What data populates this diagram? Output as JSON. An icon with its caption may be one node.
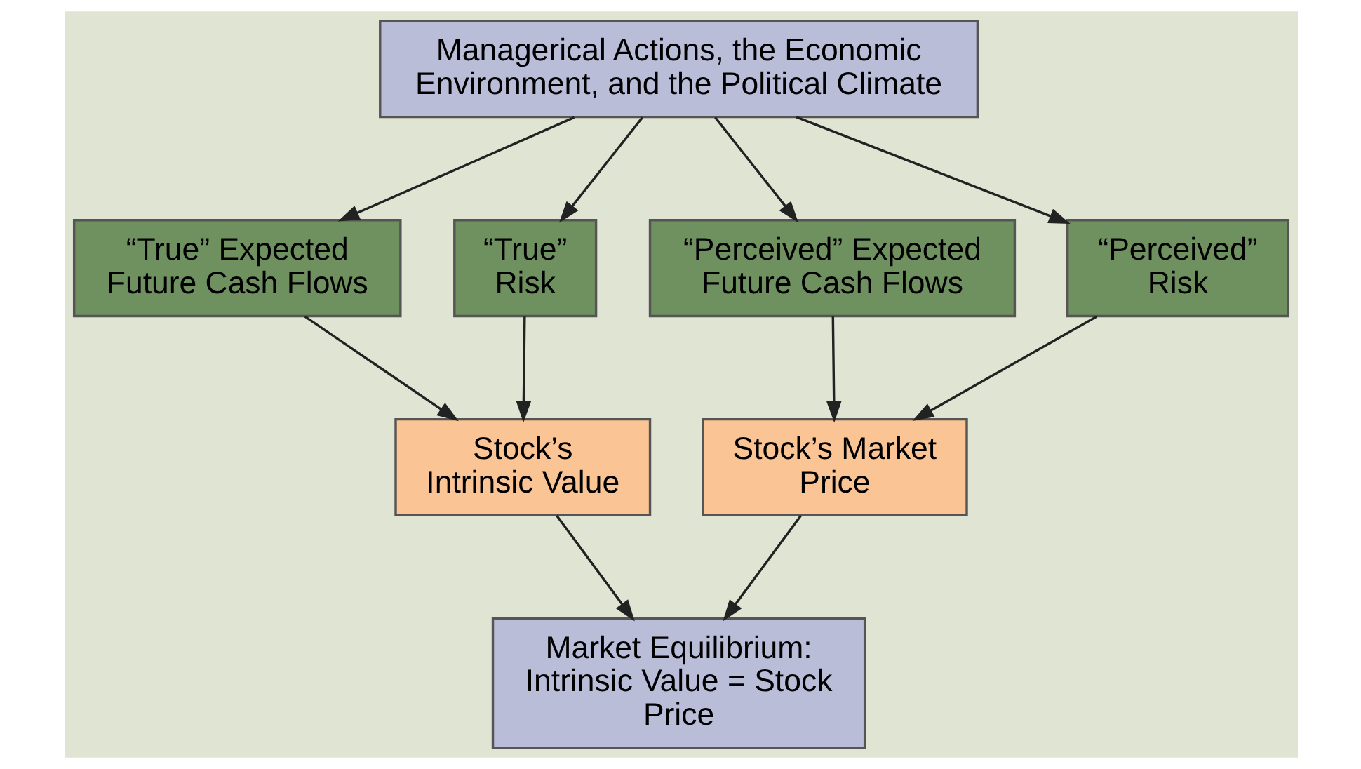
{
  "diagram": {
    "nodes": [
      {
        "text": [
          "Managerical Actions, the Economic Environment, and the Political Climate"
        ]
      },
      {
        "text": [
          "“True” Expected Future Cash Flows"
        ]
      },
      {
        "text": [
          "“True” Risk"
        ]
      },
      {
        "text": [
          "“Perceived” Expected Future Cash Flows"
        ]
      },
      {
        "text": [
          "“Perceived” Risk"
        ]
      },
      {
        "text": [
          "Stock’s Intrinsic Value"
        ]
      },
      {
        "text": [
          "Stock’s Market Price"
        ]
      },
      {
        "text": [
          "Market Equilibrium: Intrinsic Value = Stock Price"
        ]
      }
    ],
    "edges": [
      {
        "from": 0,
        "to": 1,
        "arrow": "to"
      },
      {
        "from": 0,
        "to": 2,
        "arrow": "to"
      },
      {
        "from": 0,
        "to": 3,
        "arrow": "to"
      },
      {
        "from": 0,
        "to": 4,
        "arrow": "to"
      },
      {
        "from": 1,
        "to": 5,
        "arrow": "to"
      },
      {
        "from": 2,
        "to": 5,
        "arrow": "to"
      },
      {
        "from": 3,
        "to": 6,
        "arrow": "to"
      },
      {
        "from": 4,
        "to": 6,
        "arrow": "to"
      },
      {
        "from": 5,
        "to": 7,
        "arrow": "to"
      },
      {
        "from": 6,
        "to": 7,
        "arrow": "to"
      }
    ]
  }
}
